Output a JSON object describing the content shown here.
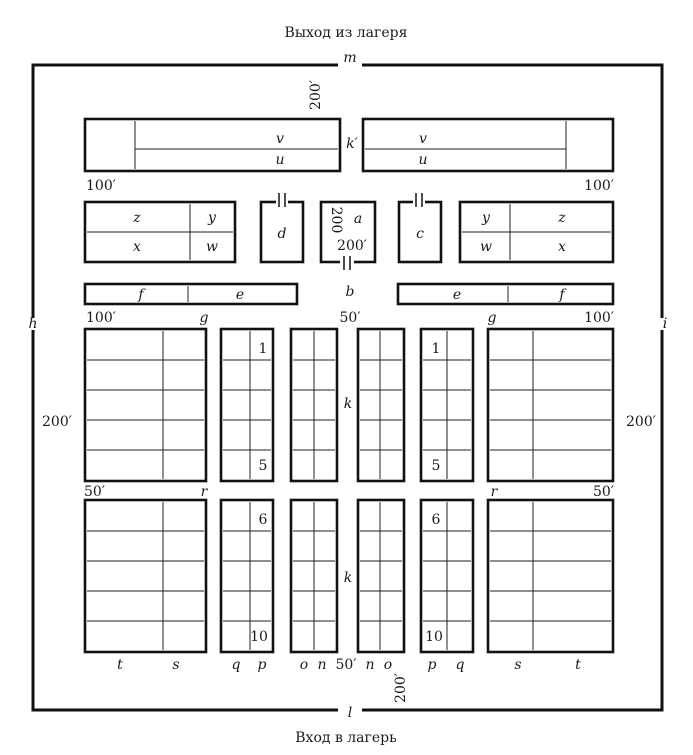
{
  "captions": {
    "top": "Выход из лагеря",
    "bottom": "Вход в лагерь"
  },
  "gates": {
    "top": "m",
    "bottom": "l"
  },
  "sides": {
    "left": "h",
    "right": "i"
  },
  "dims": {
    "top_vertical": "200′",
    "bottom_vertical": "200′",
    "row1_left": "100′",
    "row1_right": "100′",
    "center_block": "200′",
    "center_block_rot": "200",
    "row3_left": "100′",
    "row3_center": "50′",
    "row3_right": "100′",
    "side_left": "200′",
    "side_right": "200′",
    "mid_left": "50′",
    "mid_right": "50′",
    "bottom_center": "50′"
  },
  "letters": {
    "v": "v",
    "u": "u",
    "k_prime": "k′",
    "z": "z",
    "y": "y",
    "x": "x",
    "w": "w",
    "d": "d",
    "a": "a",
    "c": "c",
    "f": "f",
    "e": "e",
    "b": "b",
    "g": "g",
    "k": "k",
    "r": "r",
    "t": "t",
    "s": "s",
    "q": "q",
    "p": "p",
    "o": "o",
    "n": "n"
  },
  "numbers": {
    "one": "1",
    "five": "5",
    "six": "6",
    "ten": "10"
  }
}
